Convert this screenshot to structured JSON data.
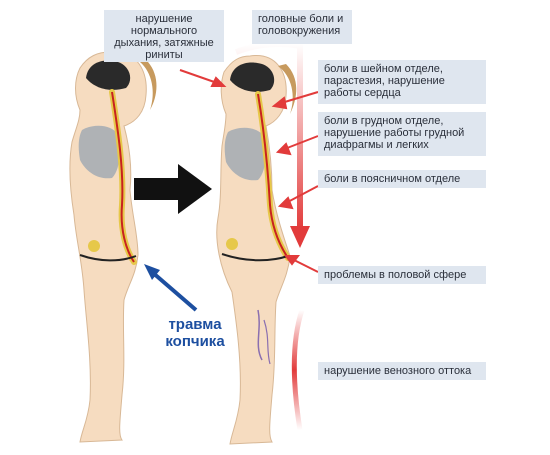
{
  "labels": {
    "breathing": "нарушение нормального дыхания, затяжные риниты",
    "headaches": "головные боли и головокружения",
    "cervical": "боли в шейном отделе, парастезия, нарушение работы сердца",
    "thoracic": "боли в грудном отделе, нарушение работы грудной диафрагмы и легких",
    "lumbar": "боли в поясничном отделе",
    "pelvic": "проблемы в половой сфере",
    "venous": "нарушение венозного оттока",
    "trauma": "травма копчика"
  },
  "colors": {
    "label_bg": "#dfe6ef",
    "skin": "#f6dcc0",
    "arrow_red": "#e23b3b",
    "arrow_blue": "#1d4fa0",
    "spine": "#e6c84a"
  }
}
